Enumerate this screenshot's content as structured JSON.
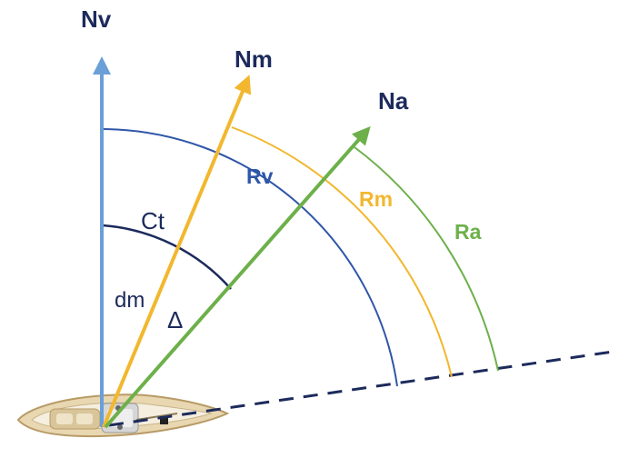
{
  "labels": {
    "nv": "Nv",
    "nm": "Nm",
    "na": "Na",
    "rv": "Rv",
    "rm": "Rm",
    "ra": "Ra",
    "ct": "Ct",
    "dm": "dm",
    "delta": "Δ"
  },
  "colors": {
    "true_north": "#6b9fd8",
    "magnetic": "#f2b72e",
    "compass": "#6db04a",
    "rv_arc": "#2f56a8",
    "ct_arc": "#1c2a5c",
    "dark_text": "#1c2a5c",
    "heading_line": "#1c2a5c"
  }
}
